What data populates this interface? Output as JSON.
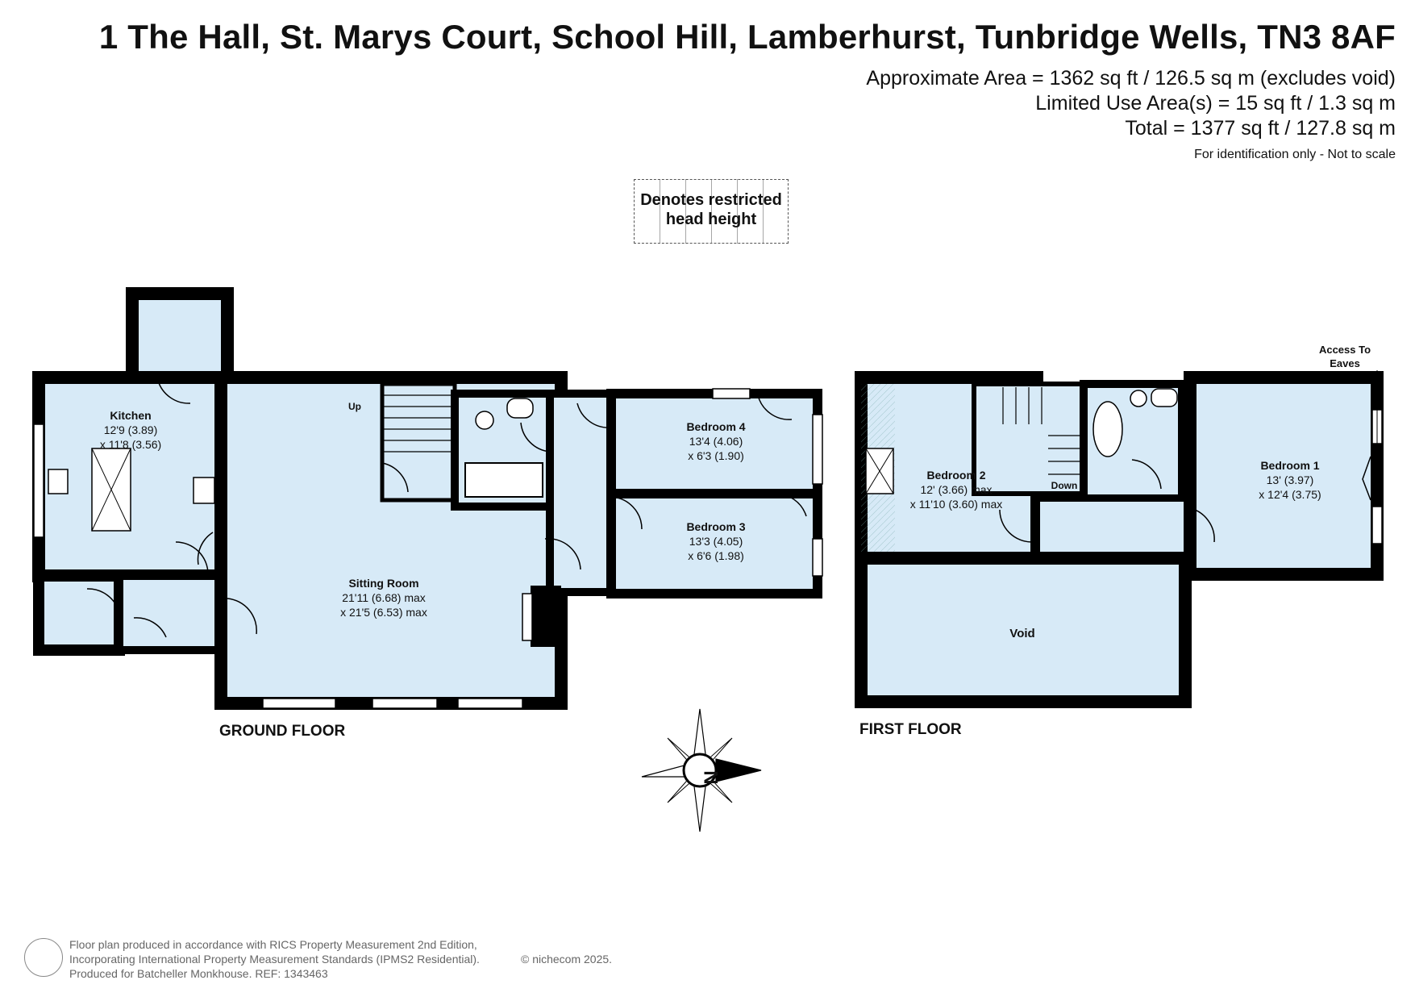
{
  "header": {
    "address": "1 The Hall, St. Marys Court, School Hill, Lamberhurst, Tunbridge Wells, TN3 8AF",
    "area_line1": "Approximate Area = 1362 sq ft / 126.5 sq m (excludes void)",
    "area_line2": "Limited Use Area(s) = 15 sq ft / 1.3 sq m",
    "area_line3": "Total = 1377 sq ft / 127.8 sq m",
    "note": "For identification only - Not to scale"
  },
  "legend": {
    "line1": "Denotes restricted",
    "line2": "head height"
  },
  "floors": {
    "ground": "GROUND FLOOR",
    "first": "FIRST FLOOR"
  },
  "rooms": {
    "kitchen": {
      "name": "Kitchen",
      "dim1": "12'9 (3.89)",
      "dim2": "x 11'8 (3.56)"
    },
    "sitting": {
      "name": "Sitting Room",
      "dim1": "21'11 (6.68) max",
      "dim2": "x 21'5 (6.53) max"
    },
    "bedroom4": {
      "name": "Bedroom 4",
      "dim1": "13'4 (4.06)",
      "dim2": "x 6'3 (1.90)"
    },
    "bedroom3": {
      "name": "Bedroom 3",
      "dim1": "13'3 (4.05)",
      "dim2": "x 6'6 (1.98)"
    },
    "bedroom2": {
      "name": "Bedroom 2",
      "dim1": "12' (3.66) max",
      "dim2": "x 11'10 (3.60) max"
    },
    "bedroom1": {
      "name": "Bedroom 1",
      "dim1": "13' (3.97)",
      "dim2": "x 12'4 (3.75)"
    },
    "void": {
      "name": "Void"
    }
  },
  "labels": {
    "up": "Up",
    "down": "Down",
    "eaves_line1": "Access To",
    "eaves_line2": "Eaves",
    "compass": "N"
  },
  "footer": {
    "line1": "Floor plan produced in accordance with RICS Property Measurement 2nd Edition,",
    "line2": "Incorporating International Property Measurement Standards (IPMS2 Residential).",
    "line3": "Produced for Batcheller Monkhouse.   REF:  1343463",
    "brand": "© nichecom 2025."
  },
  "colors": {
    "room_fill": "#d7eaf7",
    "wall": "#000000",
    "text": "#111111"
  }
}
